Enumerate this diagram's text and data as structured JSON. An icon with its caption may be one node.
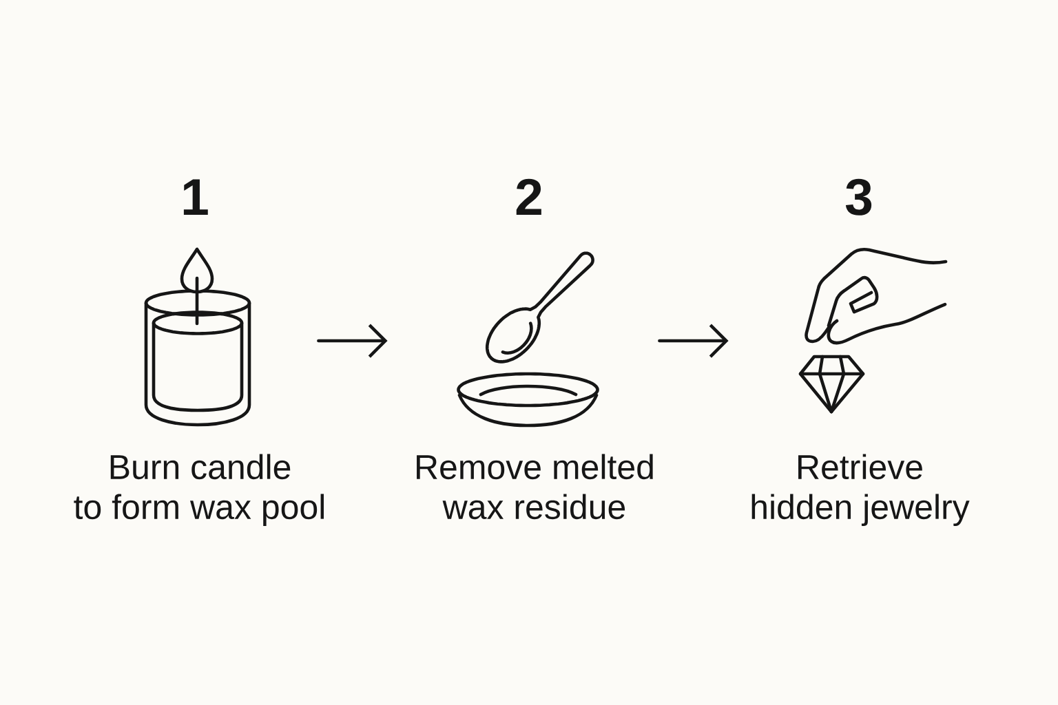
{
  "diagram": {
    "nodes": [
      {
        "text": [],
        "shape": "picture",
        "beside": [
          "1",
          "Burn candle to form wax pool"
        ]
      },
      {
        "text": [],
        "shape": "picture",
        "beside": [
          "2",
          "Remove melted wax residue"
        ]
      },
      {
        "text": [],
        "shape": "picture",
        "beside": [
          "3",
          "Retrieve hidden jewelry"
        ]
      }
    ],
    "edges": [
      {
        "from": 0,
        "to": 1,
        "arrow": "to"
      },
      {
        "from": 1,
        "to": 2,
        "arrow": "to"
      }
    ]
  }
}
